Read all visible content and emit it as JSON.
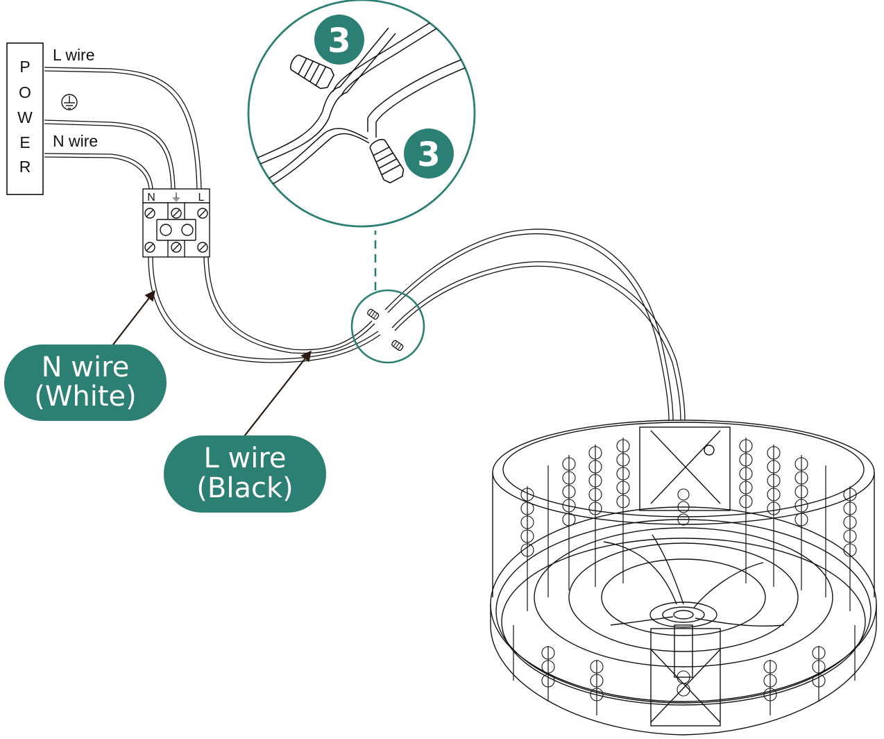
{
  "power_box": {
    "letters": [
      "P",
      "O",
      "W",
      "E",
      "R"
    ]
  },
  "wires": {
    "l_wire_label": "L wire",
    "n_wire_label": "N wire",
    "ground_symbol": "ground-symbol"
  },
  "terminal_block": {
    "labels": [
      "N",
      "⏚",
      "L"
    ]
  },
  "callouts": {
    "n_wire": {
      "line1": "N wire",
      "line2": "(White)"
    },
    "l_wire": {
      "line1": "L wire",
      "line2": "(Black)"
    }
  },
  "step_badges": [
    "3",
    "3"
  ],
  "colors": {
    "accent": "#2b7f73",
    "line": "#111111",
    "background": "#ffffff"
  }
}
